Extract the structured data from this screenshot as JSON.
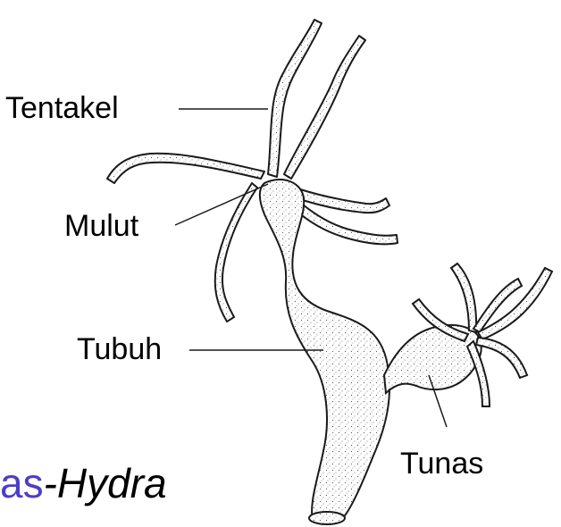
{
  "labels": {
    "tentacle": "Tentakel",
    "mouth": "Mulut",
    "body": "Tubuh",
    "bud": "Tunas"
  },
  "caption": {
    "prefix": "as",
    "genus": "-Hydra"
  },
  "colors": {
    "caption_prefix": "#4b3ec9",
    "caption_genus": "#000000",
    "outline": "#1a1a1a",
    "stipple": "#555555"
  }
}
